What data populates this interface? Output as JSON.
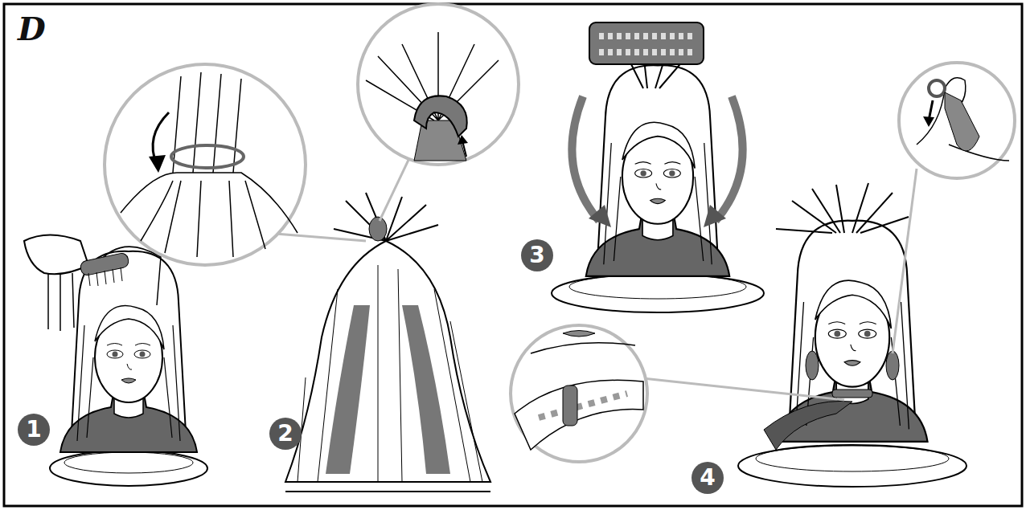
{
  "diagram": {
    "title": "D",
    "labels": [
      "1",
      "2",
      "3",
      "4"
    ]
  }
}
